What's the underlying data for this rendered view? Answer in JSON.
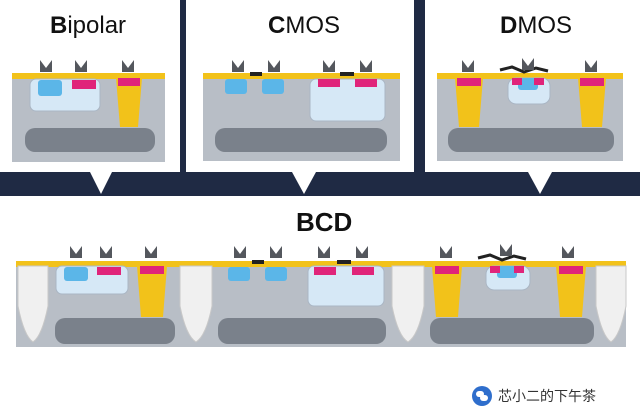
{
  "diagram": {
    "panels": [
      {
        "id": "bipolar",
        "first_letter": "B",
        "rest": "ipolar"
      },
      {
        "id": "cmos",
        "first_letter": "C",
        "rest": "MOS"
      },
      {
        "id": "dmos",
        "first_letter": "D",
        "rest": "MOS"
      }
    ],
    "combined_title": "BCD"
  },
  "watermark": {
    "text": "芯小二的下午茶"
  },
  "colors": {
    "frame": "#1f2a44",
    "substrate": "#b8bec6",
    "buried_layer": "#7a818b",
    "gold_contact": "#f2c21a",
    "cyan_region": "#5bb6e8",
    "magenta_region": "#e0247a",
    "light_blue_well": "#d6e8f6",
    "terminal": "#54575d"
  }
}
